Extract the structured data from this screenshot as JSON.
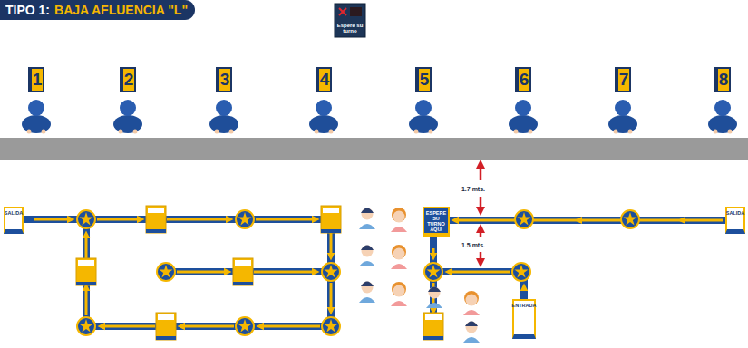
{
  "diagram": {
    "nodes": [
      {
        "text": [
          "TIPO 1:",
          "BAJA AFLUENCIA \"L\""
        ]
      },
      {
        "text": [
          "Espere su turno"
        ]
      },
      {
        "text": [
          "1"
        ]
      },
      {
        "text": [
          "2"
        ]
      },
      {
        "text": [
          "3"
        ]
      },
      {
        "text": [
          "4"
        ]
      },
      {
        "text": [
          "5"
        ]
      },
      {
        "text": [
          "6"
        ]
      },
      {
        "text": [
          "7"
        ]
      },
      {
        "text": [
          "8"
        ]
      },
      {
        "text": [
          "SALIDA"
        ]
      },
      {
        "text": [
          "ESPERE SU TURNO AQUÍ"
        ]
      },
      {
        "text": [
          "SALIDA"
        ]
      },
      {
        "text": [
          "ENTRADA"
        ]
      }
    ],
    "edges": [
      {
        "from": 12,
        "to": 11,
        "arrow": "to"
      }
    ],
    "labels": [
      "1.7 mts.",
      "1.5 mts."
    ]
  }
}
